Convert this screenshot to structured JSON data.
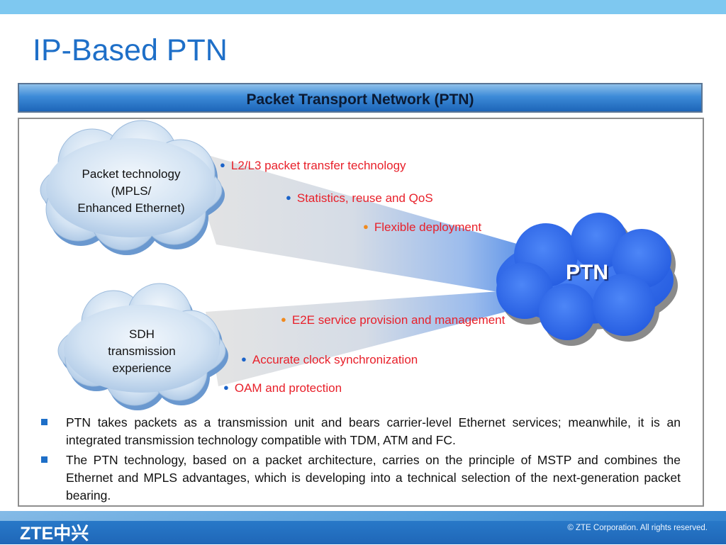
{
  "slide": {
    "title": "IP-Based PTN",
    "banner": "Packet Transport Network (PTN)"
  },
  "diagram": {
    "cloud_packet": [
      "Packet technology",
      "(MPLS/",
      "Enhanced Ethernet)"
    ],
    "cloud_sdh": [
      "SDH",
      "transmission",
      "experience"
    ],
    "cloud_ptn": "PTN",
    "packet_features": [
      "L2/L3 packet transfer technology",
      "Statistics, reuse and QoS",
      "Flexible deployment"
    ],
    "sdh_features": [
      "E2E service provision and management",
      "Accurate clock synchronization",
      "OAM and protection"
    ]
  },
  "bullets": [
    "PTN takes packets as a transmission unit and bears carrier-level Ethernet services; meanwhile, it is an integrated transmission technology compatible with TDM, ATM and FC.",
    "The PTN technology, based on a packet architecture, carries on the principle of MSTP and combines the Ethernet and MPLS advantages, which is developing into a technical selection of the next-generation packet bearing."
  ],
  "footer": {
    "logo": "ZTE中兴",
    "copyright": "© ZTE Corporation. All rights reserved."
  },
  "colors": {
    "title": "#1e6fc8",
    "feature_text": "#e8202a",
    "ptn_cloud": "#2f6ff0",
    "side_clouds": "#c6dcf0",
    "footer": "#1f67b8"
  }
}
